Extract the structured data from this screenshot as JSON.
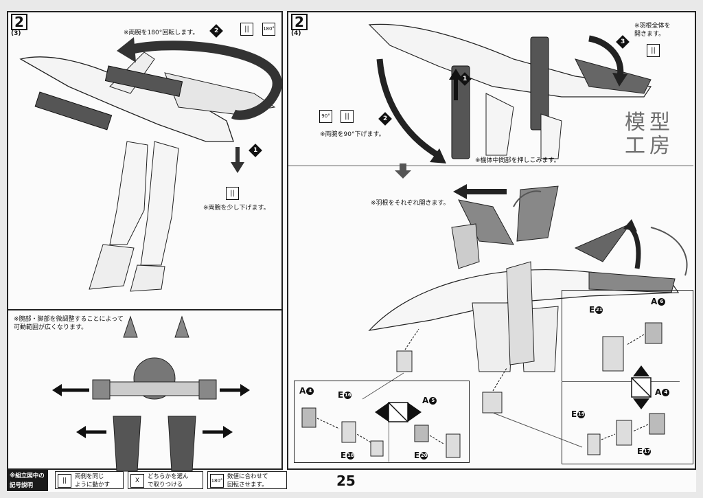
{
  "panels": {
    "p1": {
      "step": "2",
      "sub": "(3)",
      "note_rotate": "※両腕を180°回転します。",
      "note_lower": "※両腕を少し下げます。",
      "arrow1": "2",
      "arrow2": "1",
      "sym_180": "180°"
    },
    "p2": {
      "step": "2",
      "sub": "(4)",
      "note_wings_open": "※羽根全体を\n開きます。",
      "note_arms_down": "※両腕を90°下げます。",
      "note_push": "※機体中間部を押しこみます。",
      "note_spread": "※羽根をそれぞれ開きます。",
      "arrow1": "1",
      "arrow2": "2",
      "arrow3": "3",
      "sym_90": "90°"
    },
    "p3": {
      "note": "※腕部・脚部を微調整することによって\n可動範囲が広くなります。"
    }
  },
  "parts": {
    "left_box": {
      "a1": "A",
      "a1n": "4",
      "e1": "E",
      "e1n": "16",
      "e2": "E",
      "e2n": "18",
      "a2": "A",
      "a2n": "5",
      "e3": "E",
      "e3n": "20"
    },
    "right_box": {
      "a1": "A",
      "a1n": "6",
      "e1": "E",
      "e1n": "21",
      "a2": "A",
      "a2n": "4",
      "e2": "E",
      "e2n": "19",
      "e3": "E",
      "e3n": "17"
    }
  },
  "watermark": {
    "line1": "模型",
    "line2": "工房"
  },
  "legend": {
    "label": "※組立図中の\n記号説明",
    "items": [
      {
        "icon": "||",
        "text": "両側を同じ\nように動かす"
      },
      {
        "icon": "X",
        "text": "どちらかを選ん\nで取りつける"
      },
      {
        "icon": "180°",
        "text": "数値に合わせて\n回転させます。"
      }
    ]
  },
  "page_number": "25"
}
